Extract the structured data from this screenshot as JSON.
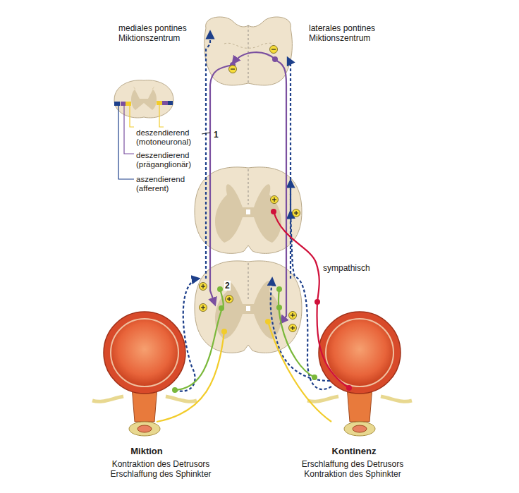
{
  "diagram": {
    "labels": [
      "mediales pontines Miktionszentrum",
      "laterales pontines Miktionszentrum",
      "1",
      "2",
      "sympathisch",
      "Miktion",
      "Kontraktion des Detrusors Erschlaffung des Sphinkter",
      "Kontinenz",
      "Erschlaffung des Detrusors Kontraktion des Sphinkter"
    ],
    "legend": [
      {
        "text": "deszendierend (motoneuronal)",
        "color": "#f2cc2a"
      },
      {
        "text": "deszendierend (präganglionär)",
        "color": "#7a4fa0"
      },
      {
        "text": "aszendierend (afferent)",
        "color": "#1d3f8a"
      }
    ]
  }
}
